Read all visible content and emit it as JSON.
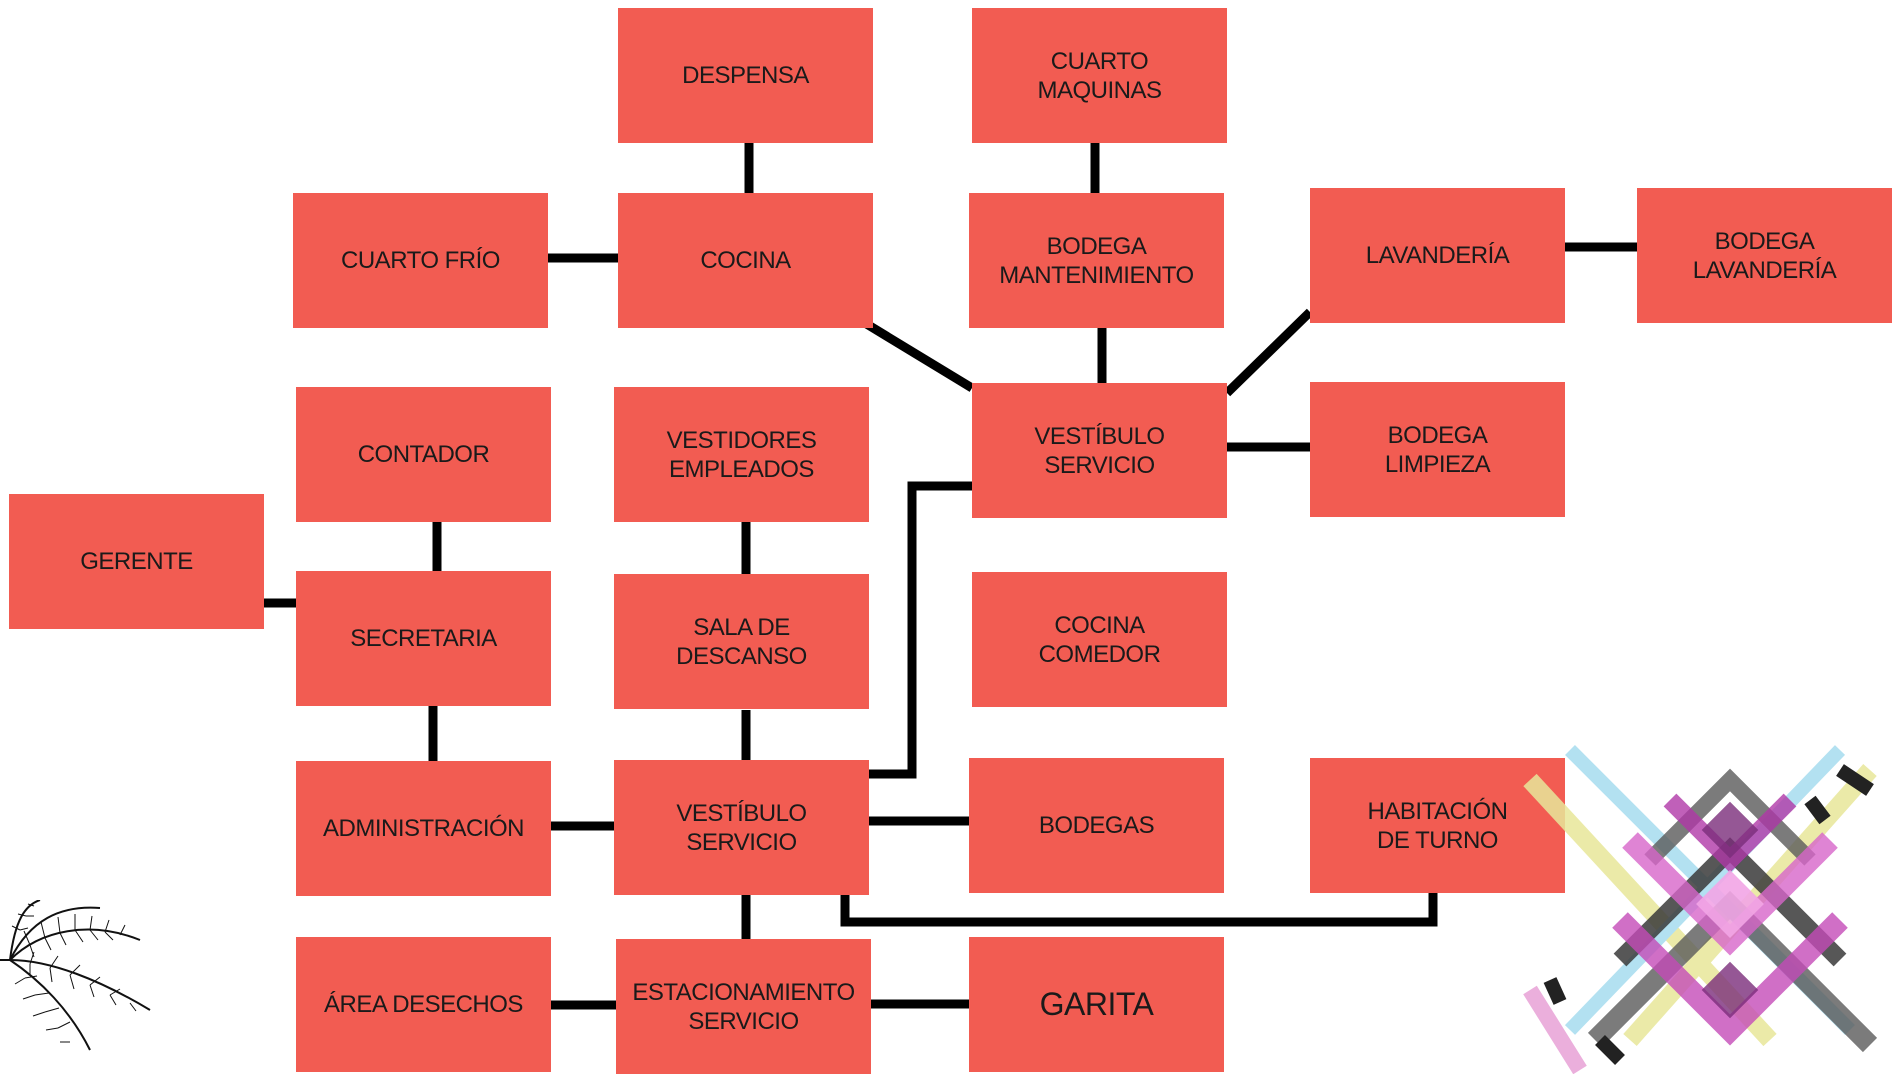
{
  "colors": {
    "box": "#f25c52",
    "connector": "#000000",
    "text": "#1a1a1a"
  },
  "nodes": {
    "despensa": "DESPENSA",
    "cuarto_maquinas": "CUARTO\nMAQUINAS",
    "cuarto_frio": "CUARTO FRÍO",
    "cocina": "COCINA",
    "bodega_mantenimiento": "BODEGA\nMANTENIMIENTO",
    "lavanderia": "LAVANDERÍA",
    "bodega_lavanderia": "BODEGA\nLAVANDERÍA",
    "contador": "CONTADOR",
    "vestidores_empleados": "VESTIDORES\nEMPLEADOS",
    "vestibulo_servicio_top": "VESTÍBULO\nSERVICIO",
    "bodega_limpieza": "BODEGA\nLIMPIEZA",
    "gerente": "GERENTE",
    "secretaria": "SECRETARIA",
    "sala_de_descanso": "SALA DE\nDESCANSO",
    "cocina_comedor": "COCINA\nCOMEDOR",
    "administracion": "ADMINISTRACIÓN",
    "vestibulo_servicio_bottom": "VESTÍBULO\nSERVICIO",
    "bodegas": "BODEGAS",
    "habitacion_de_turno": "HABITACIÓN\nDE TURNO",
    "area_desechos": "ÁREA DESECHOS",
    "estacionamiento_servicio": "ESTACIONAMIENTO\nSERVICIO",
    "garita": "GARITA"
  },
  "decorations": [
    "palm-tree-illustration",
    "woven-pattern-illustration"
  ]
}
